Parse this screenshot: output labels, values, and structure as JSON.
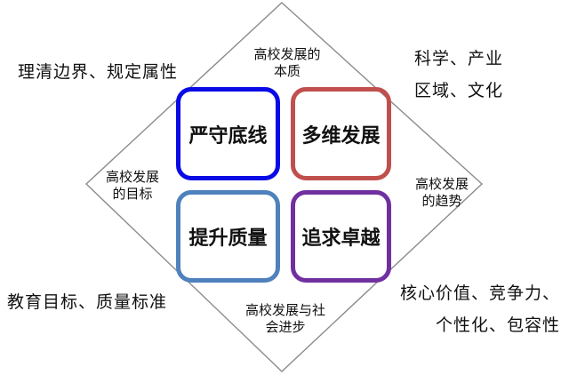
{
  "boxes": {
    "top_left": {
      "label": "严守底线",
      "color": "#0a0ae6"
    },
    "top_right": {
      "label": "多维发展",
      "color": "#c0504d"
    },
    "bottom_left": {
      "label": "提升质量",
      "color": "#4f81bd"
    },
    "bottom_right": {
      "label": "追求卓越",
      "color": "#7030a0"
    }
  },
  "inner_labels": {
    "top": [
      "高校发展的",
      "本质"
    ],
    "left": [
      "高校发展",
      "的目标"
    ],
    "right": [
      "高校发展",
      "的趋势"
    ],
    "bottom": [
      "高校发展与社",
      "会进步"
    ]
  },
  "outer_labels": {
    "top_left": "理清边界、规定属性",
    "top_right": [
      "科学、产业",
      "区域、文化"
    ],
    "bottom_left": "教育目标、质量标准",
    "bottom_right": [
      "核心价值、竞争力、",
      "个性化、包容性"
    ]
  },
  "diamond": {
    "stroke": "#8c8c8c"
  }
}
